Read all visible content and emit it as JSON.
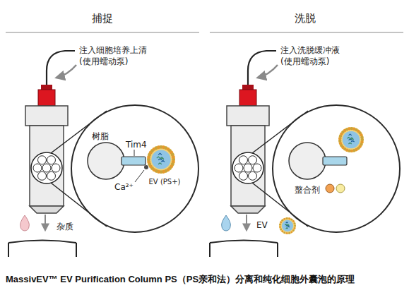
{
  "diagram": {
    "caption": "MassivEV™ EV Purification Column PS（PS亲和法）分离和纯化细胞外囊泡的原理",
    "nodes": [
      {
        "text": [
          "捕捉"
        ]
      },
      {
        "text": [
          "洗脱"
        ]
      },
      {
        "text": [
          "树脂",
          "Tim4",
          "Ca²⁺",
          "EV (PS+)"
        ],
        "in": 0
      },
      {
        "text": [
          "螯合剂"
        ],
        "in": 1
      }
    ],
    "labels": [
      "注入细胞培养上清 (使用蠕动泵)",
      "杂质",
      "注入洗脱缓冲液 (使用蠕动泵)",
      "EV"
    ]
  }
}
